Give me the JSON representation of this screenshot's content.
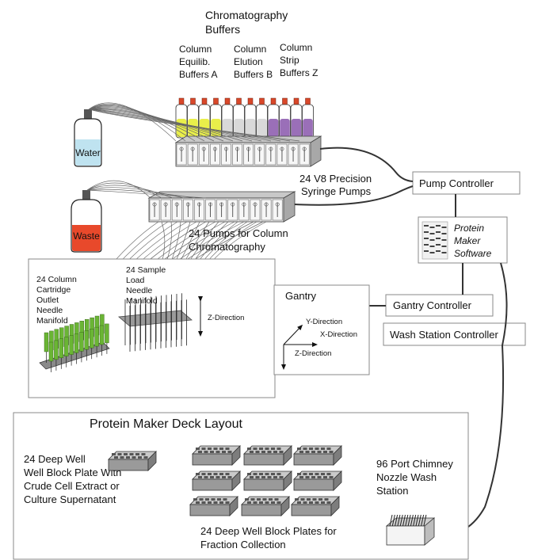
{
  "buffers": {
    "heading_line1": "Chromatography",
    "heading_line2": "Buffers",
    "col_a": [
      "Column",
      "Equilib.",
      "Buffers A"
    ],
    "col_b": [
      "Column",
      "Elution",
      "Buffers B"
    ],
    "col_z": [
      "Column",
      "Strip",
      "Buffers Z"
    ]
  },
  "bottles": {
    "water": "Water",
    "waste": "Waste"
  },
  "pumps": {
    "syringe_line1": "24  V8 Precision",
    "syringe_line2": "Syringe Pumps",
    "column_line1": "24 Pumps for Column",
    "column_line2": "Chromatography"
  },
  "controllers": {
    "pump": "Pump Controller",
    "software": [
      "Protein",
      "Maker",
      "Software"
    ],
    "gantry": "Gantry Controller",
    "wash": "Wash Station Controller"
  },
  "manifolds": {
    "outlet": [
      "24 Column",
      "Cartridge",
      "Outlet",
      "Needle",
      "Manifold"
    ],
    "sample": [
      "24 Sample",
      "Load",
      "Needle",
      "Manifold"
    ],
    "z_direction": "Z-Direction"
  },
  "gantry": {
    "title": "Gantry",
    "y_dir": "Y-Direction",
    "x_dir": "X-Direction",
    "z_dir": "Z-Direction"
  },
  "deck": {
    "title": "Protein Maker Deck Layout",
    "sample_plate": [
      "24 Deep Well",
      "Well Block Plate With",
      "Crude Cell Extract or",
      "Culture Supernatant"
    ],
    "fraction_plates": [
      "24 Deep Well Block Plates for",
      "Fraction Collection"
    ],
    "wash_station": [
      "96 Port Chimney",
      "Nozzle Wash",
      "Station"
    ]
  },
  "colors": {
    "water": "#bfe3f0",
    "waste": "#e8492b",
    "buffer_a": "#e9ef4a",
    "buffer_b": "#d9d9d9",
    "buffer_z": "#9a6fb8",
    "cap": "#d9482a",
    "column": "#6ab534"
  }
}
